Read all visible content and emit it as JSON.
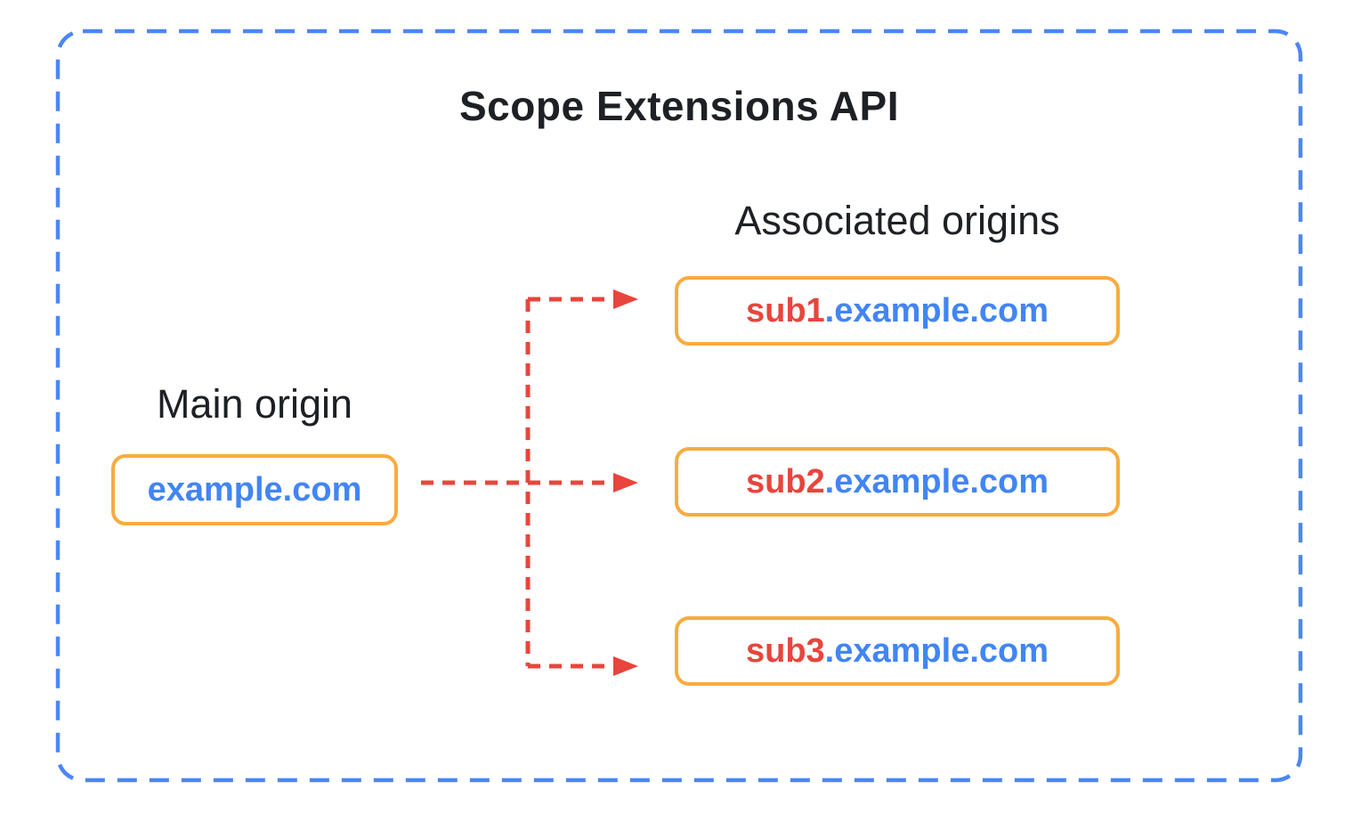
{
  "diagram": {
    "title": "Scope Extensions API",
    "main_origin": {
      "label": "Main origin",
      "domain": "example.com"
    },
    "associated_origins": {
      "label": "Associated origins",
      "items": [
        {
          "prefix": "sub1",
          "suffix": ".example.com"
        },
        {
          "prefix": "sub2",
          "suffix": ".example.com"
        },
        {
          "prefix": "sub3",
          "suffix": ".example.com"
        }
      ]
    },
    "connectors": {
      "style": "dashed",
      "direction": "main-origin-to-associated-origins"
    },
    "colors": {
      "border_blue": "#4C86F5",
      "box_orange": "#F9AB40",
      "arrow_red": "#E8453C",
      "text_red": "#E8453C",
      "text_blue": "#4285F4",
      "title_black": "#1d2024"
    }
  }
}
